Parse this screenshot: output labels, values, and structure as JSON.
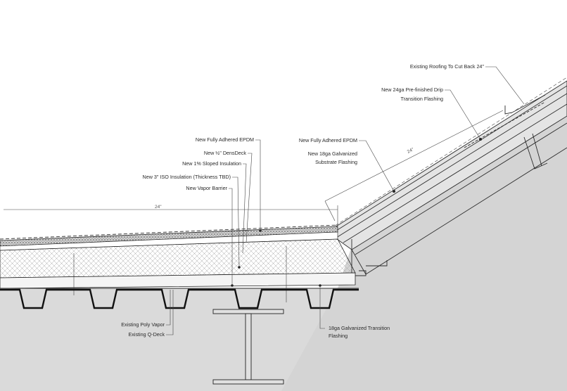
{
  "labels": {
    "existing_roofing": "Existing Roofing To Cut Back 24\"",
    "drip_flashing_1": "New 24ga Pre-finished Drip",
    "drip_flashing_2": "Transition Flashing",
    "epdm_right": "New Fully Adhered EPDM",
    "substrate_1": "New 18ga Galvanized",
    "substrate_2": "Substrate Flashing",
    "epdm_left": "New Fully Adhered EPDM",
    "densdeck": "New ½\" DensDeck",
    "sloped_insulation": "New 1% Sloped Insulation",
    "iso_insulation": "New 3\" ISO Insulation (Thickness TBD)",
    "vapor_barrier": "New Vapor Barrier",
    "poly_vapor": "Existing Poly Vapor",
    "q_deck": "Existing Q-Deck",
    "transition_1": "18ga Galvanized Transition",
    "transition_2": "Flashing"
  },
  "dimensions": {
    "left": "24\"",
    "slope": "24\""
  },
  "colors": {
    "line": "#2b2b2b",
    "ground": "#d9d9d9",
    "insulation": "#efefef",
    "slope_fill": "#d2d2d2"
  }
}
